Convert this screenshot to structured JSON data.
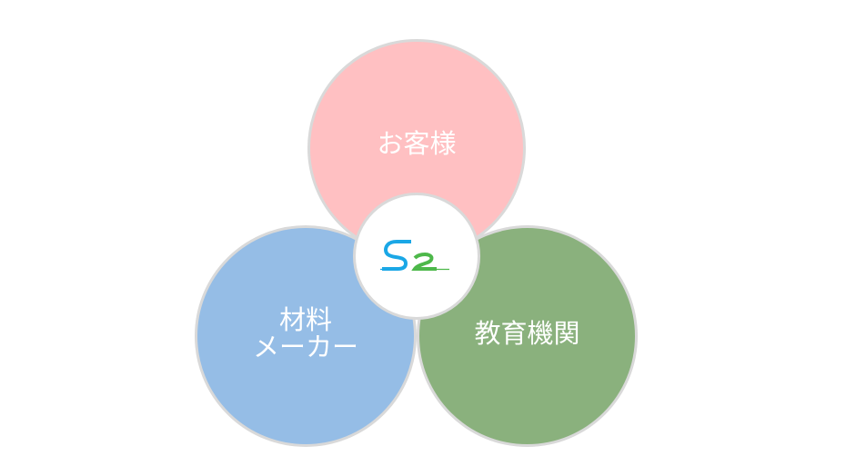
{
  "diagram": {
    "type": "venn-three-circles",
    "center": {
      "logo_text": "S2",
      "logo_icon": "s2-logo-icon",
      "colors": {
        "s": "#1aa7e6",
        "two": "#4db84a"
      }
    },
    "circles": [
      {
        "id": "customer",
        "label_lines": [
          "お客様"
        ],
        "color": "#ffc0c2"
      },
      {
        "id": "maker",
        "label_lines": [
          "材料",
          "メーカー"
        ],
        "color": "#95bde6"
      },
      {
        "id": "edu",
        "label_lines": [
          "教育機関"
        ],
        "color": "#8ab17d"
      }
    ],
    "border_color": "#d9d9d9"
  }
}
